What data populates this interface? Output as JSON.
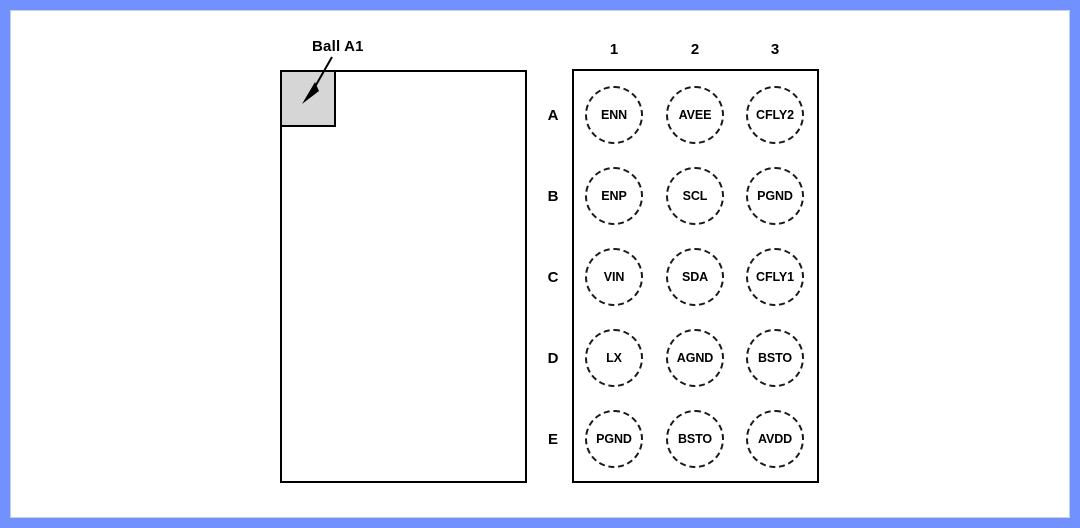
{
  "frame": {
    "border_color": "#7191ff",
    "background": "#ffffff"
  },
  "diagram": {
    "title": "",
    "package_view": {
      "name": "package-outline",
      "callout_label": "Ball A1",
      "ball_a1_fill": "#d6d6d6"
    },
    "ball_map": {
      "column_headers": [
        "1",
        "2",
        "3"
      ],
      "row_headers": [
        "A",
        "B",
        "C",
        "D",
        "E"
      ],
      "balls": [
        {
          "row": "A",
          "col": "1",
          "label": "ENN"
        },
        {
          "row": "A",
          "col": "2",
          "label": "AVEE"
        },
        {
          "row": "A",
          "col": "3",
          "label": "CFLY2"
        },
        {
          "row": "B",
          "col": "1",
          "label": "ENP"
        },
        {
          "row": "B",
          "col": "2",
          "label": "SCL"
        },
        {
          "row": "B",
          "col": "3",
          "label": "PGND"
        },
        {
          "row": "C",
          "col": "1",
          "label": "VIN"
        },
        {
          "row": "C",
          "col": "2",
          "label": "SDA"
        },
        {
          "row": "C",
          "col": "3",
          "label": "CFLY1"
        },
        {
          "row": "D",
          "col": "1",
          "label": "LX"
        },
        {
          "row": "D",
          "col": "2",
          "label": "AGND"
        },
        {
          "row": "D",
          "col": "3",
          "label": "BSTO"
        },
        {
          "row": "E",
          "col": "1",
          "label": "PGND"
        },
        {
          "row": "E",
          "col": "2",
          "label": "BSTO"
        },
        {
          "row": "E",
          "col": "3",
          "label": "AVDD"
        }
      ]
    }
  }
}
